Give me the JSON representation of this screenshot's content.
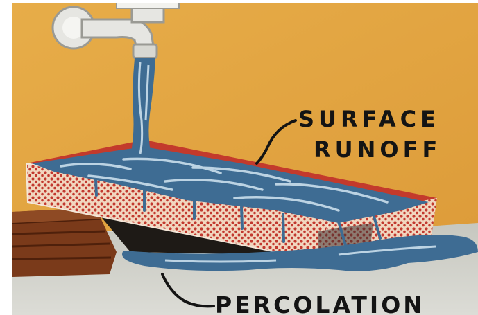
{
  "labels": {
    "surface_line1": "SURFACE",
    "surface_line2": "RUNOFF",
    "percolation": "PERCOLATION"
  },
  "colors": {
    "background": "#e3a642",
    "floor": "#cfd0c8",
    "slab_face": "#f1d6bf",
    "slab_dots": "#c2392f",
    "slab_top_red": "#c33a2c",
    "water": "#3e6c93",
    "water_highlight": "#bcd3e3",
    "wood": "#7a3a1a",
    "faucet": "#e6e6e2"
  }
}
